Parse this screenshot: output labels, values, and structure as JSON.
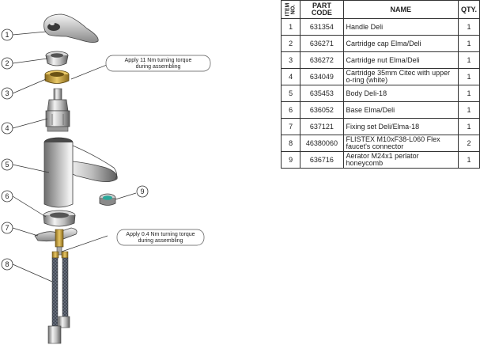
{
  "callouts": [
    "1",
    "2",
    "3",
    "4",
    "5",
    "6",
    "7",
    "8",
    "9"
  ],
  "notes": {
    "torque_cartridge_line1": "Apply 11 Nm turning torque",
    "torque_cartridge_line2": "during assembling",
    "torque_fixing_line1": "Apply 0.4 Nm turning torque",
    "torque_fixing_line2": "during assembling"
  },
  "table": {
    "headers": {
      "item_line1": "ITEM",
      "item_line2": "NO.",
      "code_line1": "PART",
      "code_line2": "CODE",
      "name": "NAME",
      "qty": "QTY."
    },
    "rows": [
      {
        "item": "1",
        "code": "631354",
        "name": "Handle Deli",
        "qty": "1"
      },
      {
        "item": "2",
        "code": "636271",
        "name": "Cartridge cap Elma/Deli",
        "qty": "1"
      },
      {
        "item": "3",
        "code": "636272",
        "name": "Cartridge nut Elma/Deli",
        "qty": "1"
      },
      {
        "item": "4",
        "code": "634049",
        "name": "Cartridge 35mm Citec with upper o-ring (white)",
        "qty": "1"
      },
      {
        "item": "5",
        "code": "635453",
        "name": "Body Deli-18",
        "qty": "1"
      },
      {
        "item": "6",
        "code": "636052",
        "name": "Base Elma/Deli",
        "qty": "1"
      },
      {
        "item": "7",
        "code": "637121",
        "name": "Fixing set Deli/Elma-18",
        "qty": "1"
      },
      {
        "item": "8",
        "code": "46380060",
        "name": "FLISTEX M10xF38-L060 Flex faucet's connector",
        "qty": "2"
      },
      {
        "item": "9",
        "code": "636716",
        "name": "Aerator M24x1 perlator honeycomb",
        "qty": "1"
      }
    ]
  },
  "colors": {
    "chrome_light": "#e8e8e8",
    "chrome_dark": "#6e6e6e",
    "brass": "#c9a23a",
    "aerator_green": "#2aa89a",
    "hose_braid": "#5d6470",
    "line": "#333333"
  }
}
